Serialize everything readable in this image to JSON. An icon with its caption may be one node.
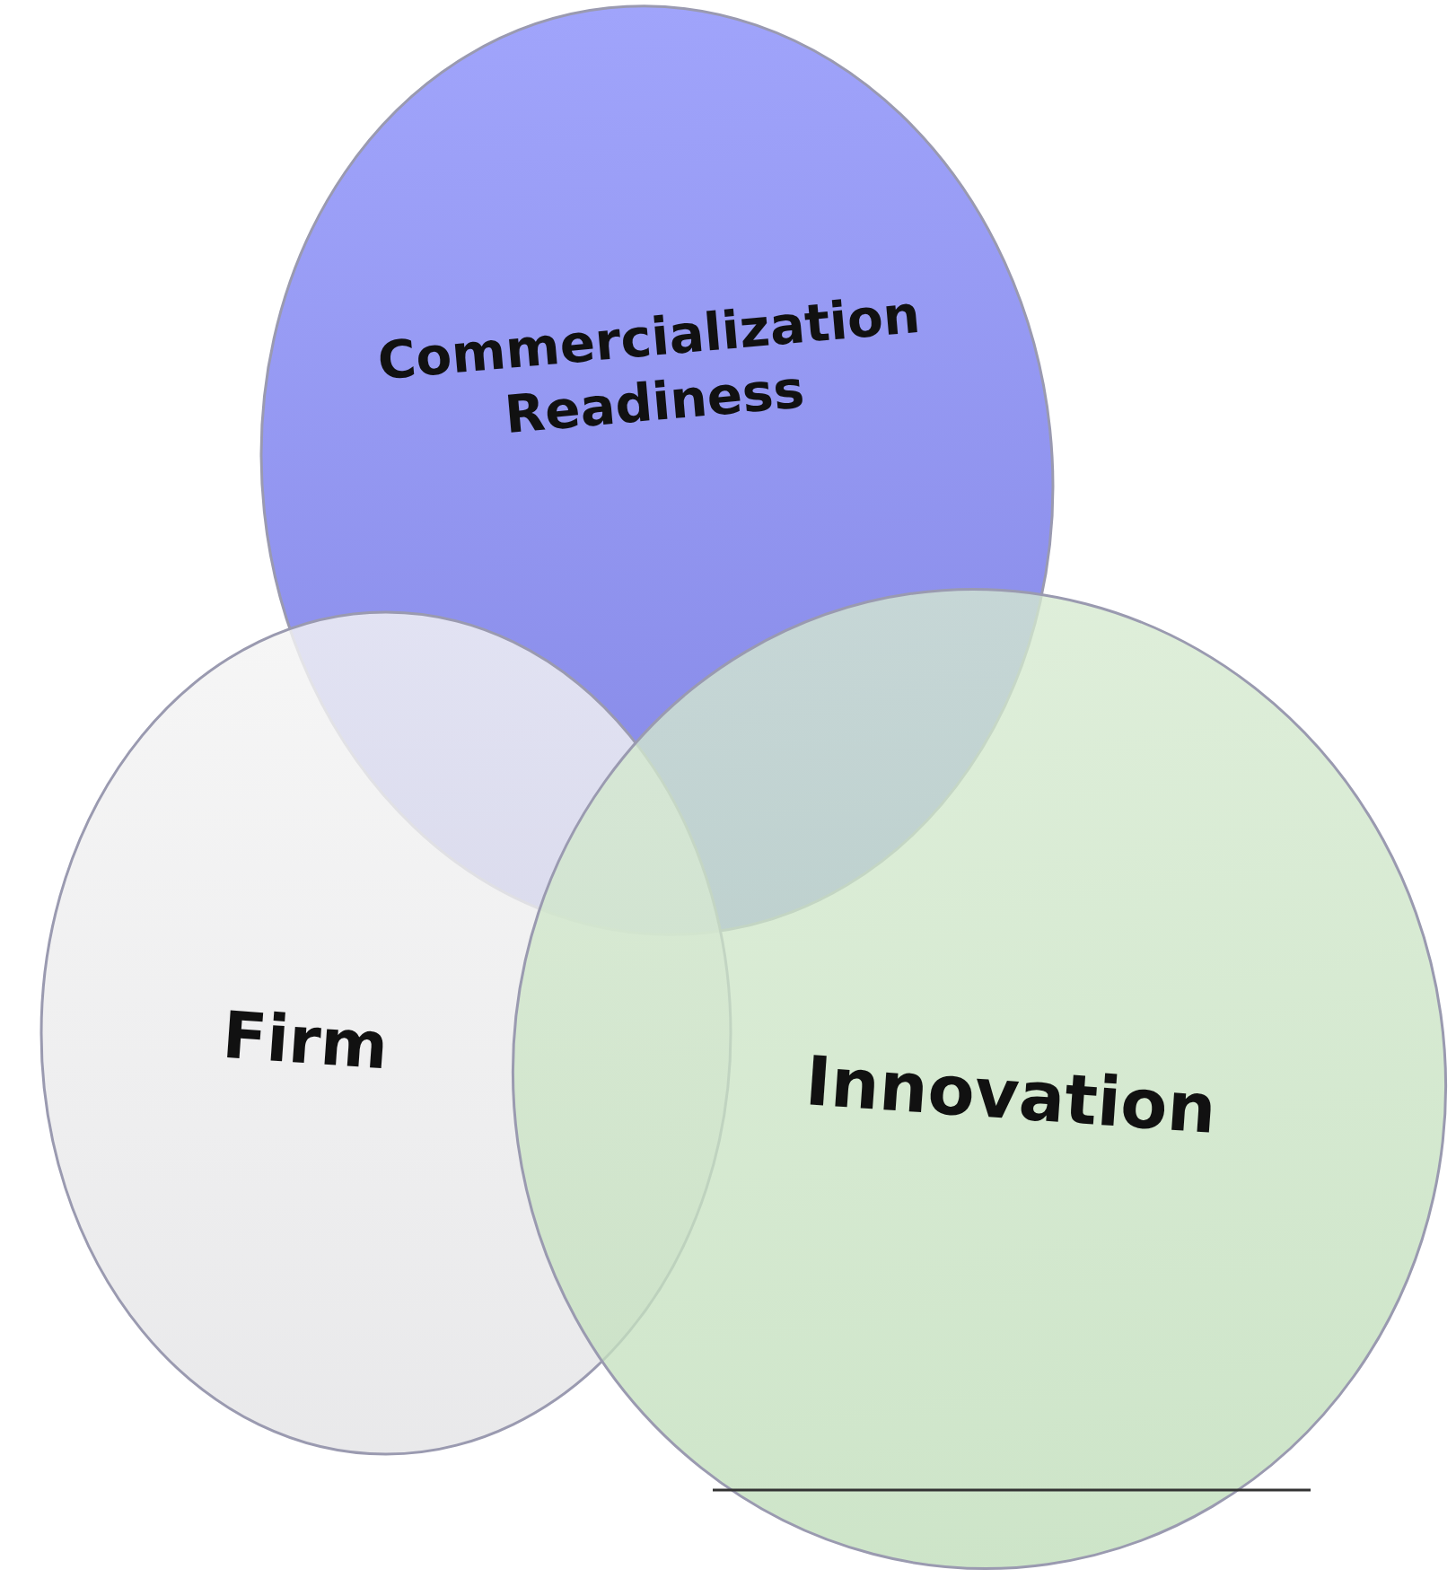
{
  "diagram": {
    "nodes": [
      {
        "text": [
          "Commercialization Readiness"
        ]
      },
      {
        "text": [
          "Firm"
        ]
      },
      {
        "text": [
          "Innovation"
        ]
      }
    ]
  }
}
